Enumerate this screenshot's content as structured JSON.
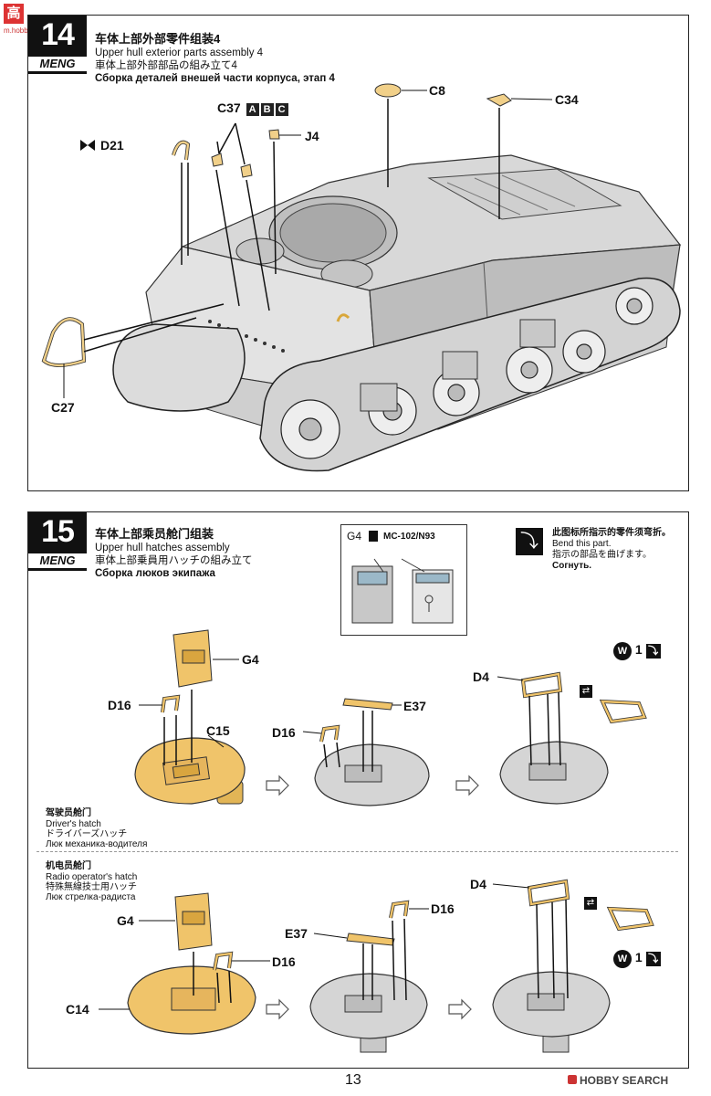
{
  "site_logo": "高",
  "watermark_top": "m.hobbysearch.com",
  "step14": {
    "number": "14",
    "brand": "MENG",
    "title_zh": "车体上部外部零件组装4",
    "title_en": "Upper hull exterior parts assembly 4",
    "title_ja": "車体上部外部部品の組み立て4",
    "title_ru": "Сборка деталей внешей части корпуса, этап 4",
    "parts": {
      "d21": "D21",
      "c37": "C37",
      "c37_a": "A",
      "c37_b": "B",
      "c37_c": "C",
      "j4": "J4",
      "c8": "C8",
      "c34": "C34",
      "c27": "C27"
    }
  },
  "step15": {
    "number": "15",
    "brand": "MENG",
    "title_zh": "车体上部乘员舱门组装",
    "title_en": "Upper hull hatches assembly",
    "title_ja": "車体上部乗員用ハッチの組み立て",
    "title_ru": "Сборка люков экипажа",
    "paint": {
      "part": "G4",
      "code": "MC-102/N93"
    },
    "bend_note": {
      "zh": "此图标所指示的零件须弯折。",
      "en": "Bend this part.",
      "ja": "指示の部品を曲げます。",
      "ru": "Согнуть."
    },
    "driver": {
      "zh": "驾驶员舱门",
      "en": "Driver's hatch",
      "ja": "ドライバーズハッチ",
      "ru": "Люк механика-водителя"
    },
    "radio": {
      "zh": "机电员舱门",
      "en": "Radio operator's hatch",
      "ja": "特殊無線技士用ハッチ",
      "ru": "Люк стрелка-радиста"
    },
    "parts": {
      "g4": "G4",
      "d16": "D16",
      "c15": "C15",
      "e37": "E37",
      "d4": "D4",
      "c14": "C14",
      "w1": "1"
    }
  },
  "page_number": "13",
  "footer_brand": "HOBBY SEARCH"
}
